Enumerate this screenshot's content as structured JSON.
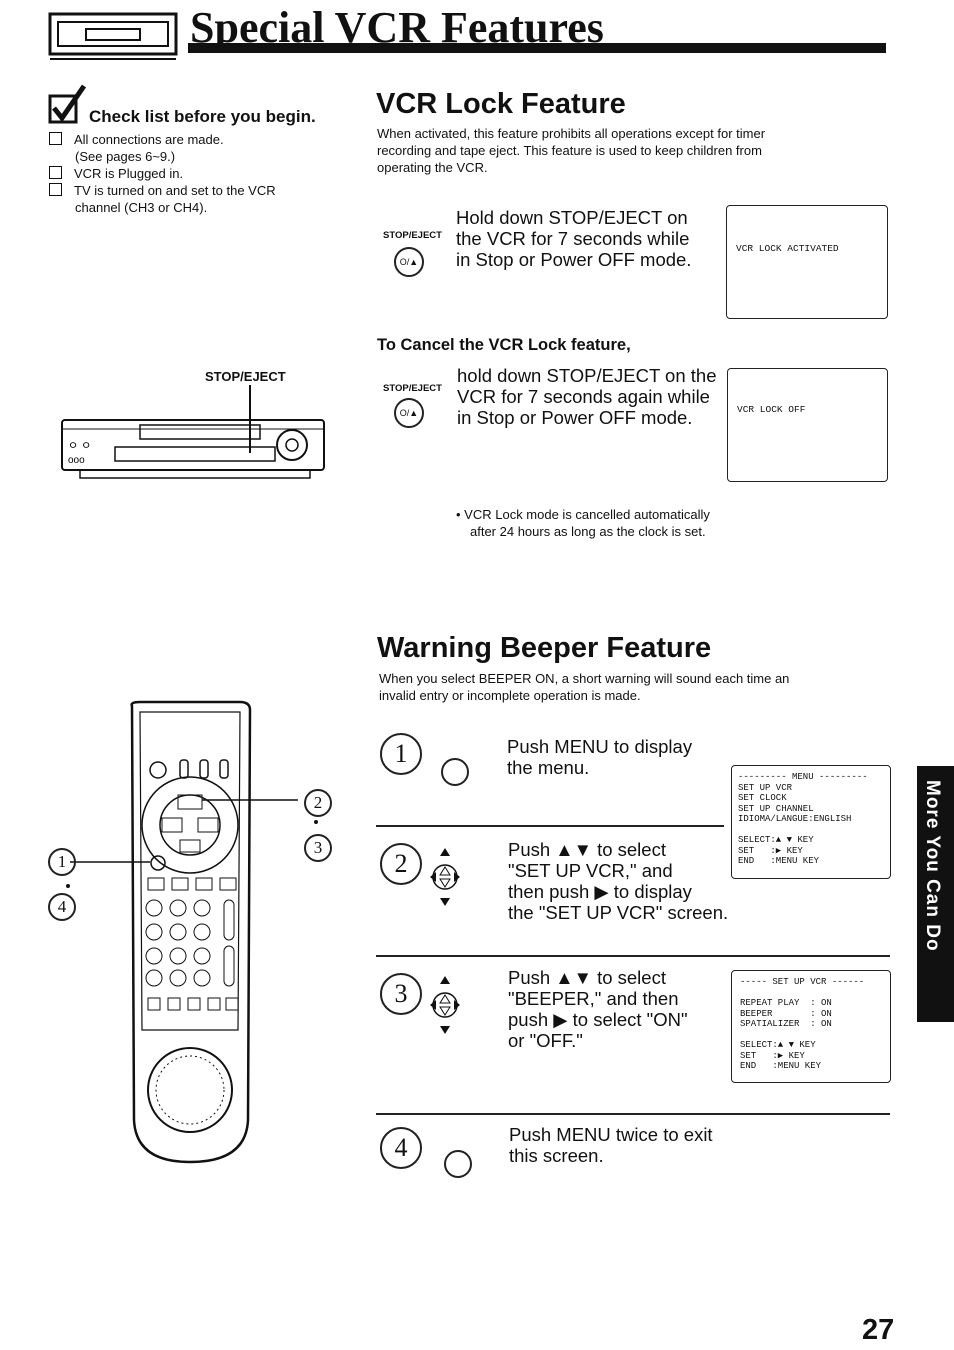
{
  "page": {
    "title": "Special VCR Features",
    "page_number": "27",
    "side_tab": "More You Can Do"
  },
  "checklist": {
    "heading": "Check list before you begin.",
    "items": [
      "All connections are made.",
      "(See pages 6~9.)",
      "VCR is Plugged in.",
      "TV is turned on and set to the VCR",
      "channel (CH3 or CH4)."
    ]
  },
  "vcr_diagram": {
    "label": "STOP/EJECT"
  },
  "vcr_lock": {
    "title": "VCR Lock Feature",
    "desc": [
      "When activated, this feature prohibits all operations except for timer",
      "recording and tape eject. This feature is used to keep children from",
      "operating the VCR."
    ],
    "step_button_label": "STOP/EJECT",
    "button_text": "O/▲",
    "step_text": [
      "Hold down STOP/EJECT on",
      "the VCR for 7 seconds while",
      "in Stop or Power OFF mode."
    ],
    "screen_text": "VCR LOCK ACTIVATED",
    "cancel_heading": "To Cancel the VCR Lock feature,",
    "cancel_text": [
      "hold down STOP/EJECT on the",
      "VCR for 7 seconds again while",
      "in Stop or Power OFF mode."
    ],
    "cancel_screen_text": "VCR LOCK OFF",
    "note": [
      "VCR Lock mode is cancelled automatically",
      "after 24 hours as long as the clock is set."
    ]
  },
  "beeper": {
    "title": "Warning Beeper Feature",
    "desc": [
      "When you select BEEPER ON, a short warning will sound each time an",
      "invalid entry or incomplete operation is made."
    ],
    "steps": [
      {
        "num": "1",
        "text": [
          "Push MENU to display",
          "the menu."
        ]
      },
      {
        "num": "2",
        "text": [
          "Push ▲▼ to select",
          "\"SET UP VCR,\" and",
          "then push ▶ to display",
          "the \"SET UP VCR\" screen."
        ]
      },
      {
        "num": "3",
        "text": [
          "Push ▲▼ to select",
          "\"BEEPER,\" and then",
          "push ▶ to select \"ON\"",
          "or \"OFF.\""
        ]
      },
      {
        "num": "4",
        "text": [
          "Push MENU twice to exit",
          "this screen."
        ]
      }
    ],
    "menu_screen": "--------- MENU ---------\nSET UP VCR\nSET CLOCK\nSET UP CHANNEL\nIDIOMA/LANGUE:ENGLISH\n\nSELECT:▲ ▼ KEY\nSET   :▶ KEY\nEND   :MENU KEY",
    "setup_screen": "----- SET UP VCR ------\n\nREPEAT PLAY  : ON\nBEEPER       : ON\nSPATIALIZER  : ON\n\nSELECT:▲ ▼ KEY\nSET   :▶ KEY\nEND   :MENU KEY"
  },
  "remote": {
    "callouts": [
      "1",
      "4",
      "2",
      "3"
    ]
  }
}
